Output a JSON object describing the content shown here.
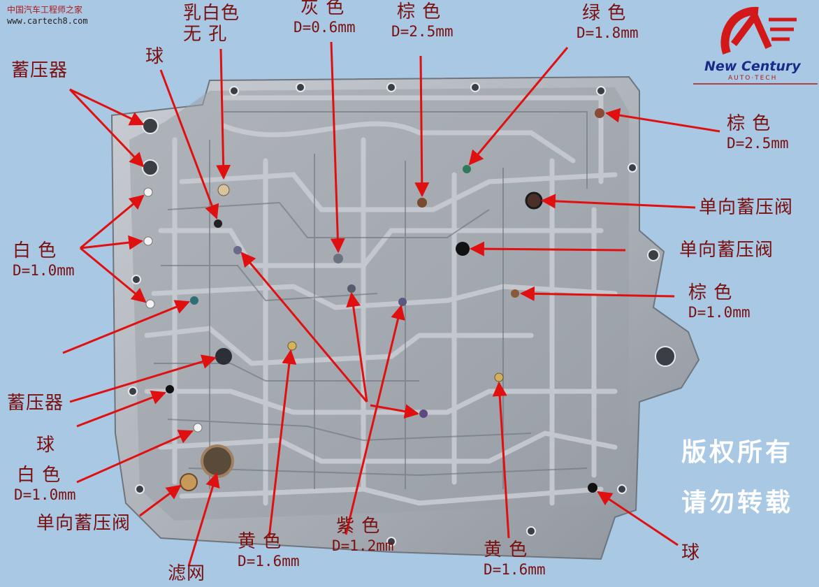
{
  "watermark": {
    "site_cn": "中国汽车工程师之家",
    "site_url": "www.cartech8.com"
  },
  "logo": {
    "brand": "New Century",
    "sub": "AUTO·TECH"
  },
  "copyright": {
    "line1": "版权所有",
    "line2": "请勿转载"
  },
  "labels": {
    "ruby_white": {
      "name": "乳白色",
      "desc": "无  孔"
    },
    "gray": {
      "name": "灰 色",
      "dia": "D=0.6mm"
    },
    "brown_top": {
      "name": "棕 色",
      "dia": "D=2.5mm"
    },
    "green": {
      "name": "绿 色",
      "dia": "D=1.8mm"
    },
    "brown_right": {
      "name": "棕 色",
      "dia": "D=2.5mm"
    },
    "accumulator_top": "蓄压器",
    "ball_top": "球",
    "check_acc_1": "单向蓄压阀",
    "check_acc_2": "单向蓄压阀",
    "white_top": {
      "name": "白 色",
      "dia": "D=1.0mm"
    },
    "brown_mid": {
      "name": "棕 色",
      "dia": "D=1.0mm"
    },
    "accumulator_bot": "蓄压器",
    "ball_left": "球",
    "white_bot": {
      "name": "白 色",
      "dia": "D=1.0mm"
    },
    "check_acc_3": "单向蓄压阀",
    "filter": "滤网",
    "yellow_left": {
      "name": "黄 色",
      "dia": "D=1.6mm"
    },
    "purple": {
      "name": "紫 色",
      "dia": "D=1.2mm"
    },
    "yellow_right": {
      "name": "黄 色",
      "dia": "D=1.6mm"
    },
    "ball_right": "球"
  }
}
